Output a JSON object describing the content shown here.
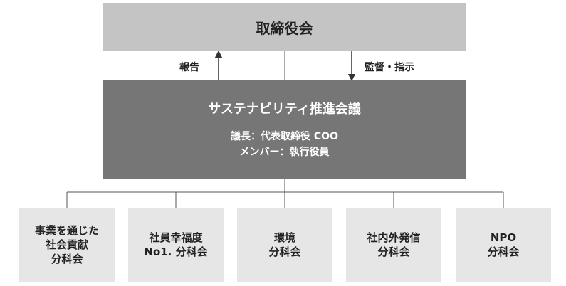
{
  "board": {
    "title": "取締役会"
  },
  "arrows": {
    "report_label": "報告",
    "supervise_label": "監督・指示"
  },
  "council": {
    "title": "サステナビリティ推進会議",
    "chair": "議長：代表取締役 COO",
    "members": "メンバー：執行役員"
  },
  "subcommittees": [
    {
      "lines": [
        "事業を通じた",
        "社会貢献",
        "分科会"
      ]
    },
    {
      "lines": [
        "社員幸福度",
        "No1. 分科会"
      ]
    },
    {
      "lines": [
        "環境",
        "分科会"
      ]
    },
    {
      "lines": [
        "社内外発信",
        "分科会"
      ]
    },
    {
      "lines": [
        "NPO",
        "分科会"
      ]
    }
  ],
  "colors": {
    "board": "#c4c4c4",
    "council": "#767676",
    "subcommittee": "#e6e6e6",
    "line": "#555555"
  }
}
